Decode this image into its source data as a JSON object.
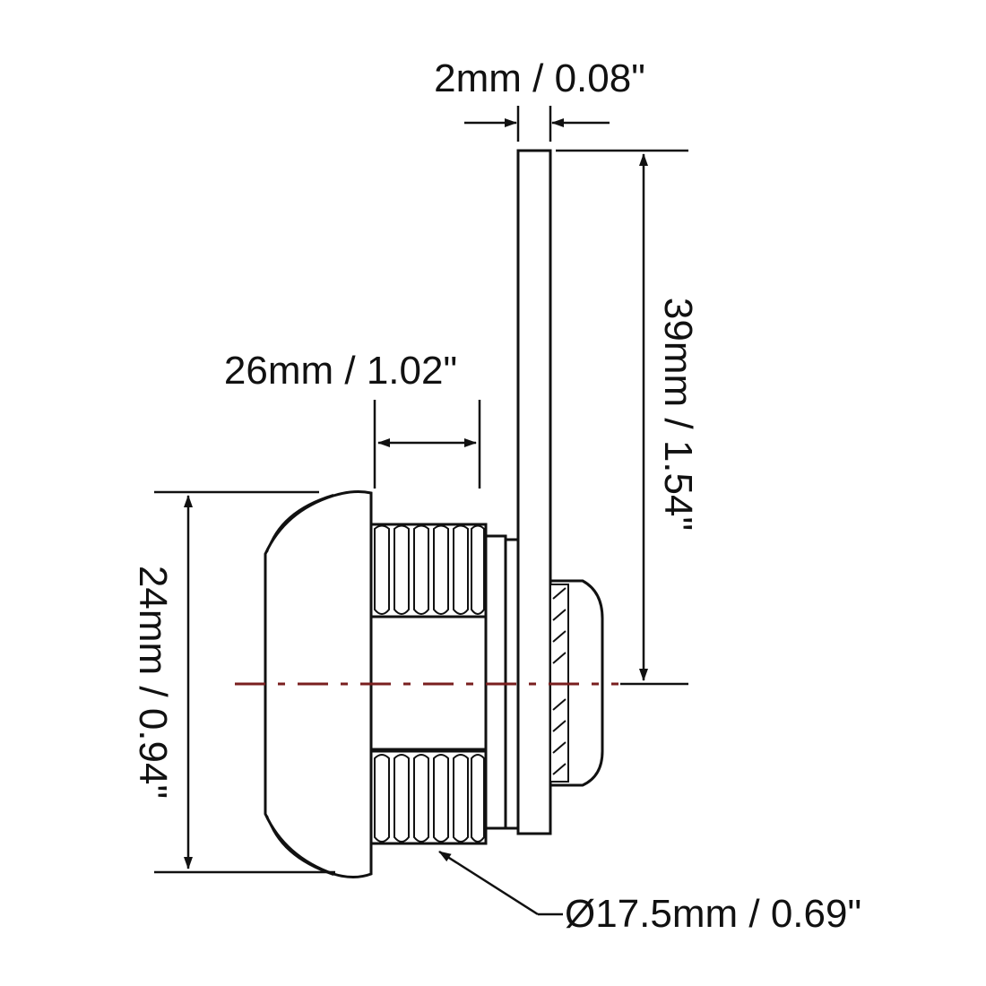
{
  "dimensions": {
    "cam_thickness": "2mm / 0.08\"",
    "cam_length": "39mm / 1.54\"",
    "thread_length": "26mm / 1.02\"",
    "head_diameter": "24mm / 0.94\"",
    "thread_diameter": "Ø17.5mm / 0.69\""
  },
  "colors": {
    "line": "#111111",
    "centerline": "#7a1f1f",
    "background": "#ffffff"
  }
}
